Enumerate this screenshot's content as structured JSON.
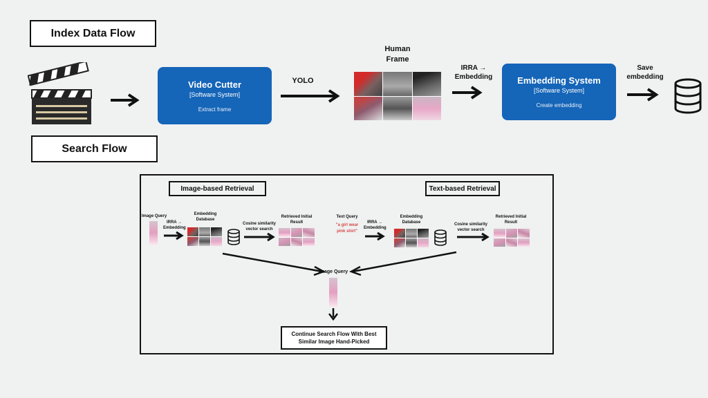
{
  "index_flow": {
    "title": "Index Data Flow",
    "yolo_label": "YOLO",
    "human_frame_label": "Human Frame",
    "video_cutter": {
      "title": "Video Cutter",
      "subtitle": "[Software System]",
      "desc": "Extract frame"
    },
    "irra_label": "IRRA → Embedding",
    "embedding_system": {
      "title": "Embedding System",
      "subtitle": "[Software System]",
      "desc": "Create embedding"
    },
    "save_label": "Save embedding"
  },
  "search_flow": {
    "title": "Search Flow",
    "image_retrieval": {
      "title": "Image-based Retrieval",
      "image_query": "Image Query",
      "irra": "IRRA → Embedding",
      "db": "Embedding Database",
      "cosine": "Cosine similarity vector search",
      "result": "Retrieved Initial Result"
    },
    "text_retrieval": {
      "title": "Text-based Retrieval",
      "text_query": "Text Query",
      "query_text": "\"a girl wear pink shirt\"",
      "irra": "IRRA → Embedding",
      "db": "Embedding Database",
      "cosine": "Cosine similarity vector search",
      "result": "Retrieved Initial Result"
    },
    "merged_query": "Image Query",
    "final_box": "Continue Search Flow With Best Similar Image Hand-Picked"
  },
  "colors": {
    "accent_blue": "#1565b8",
    "query_red": "#d64a4a",
    "background": "#f0f1f1"
  }
}
